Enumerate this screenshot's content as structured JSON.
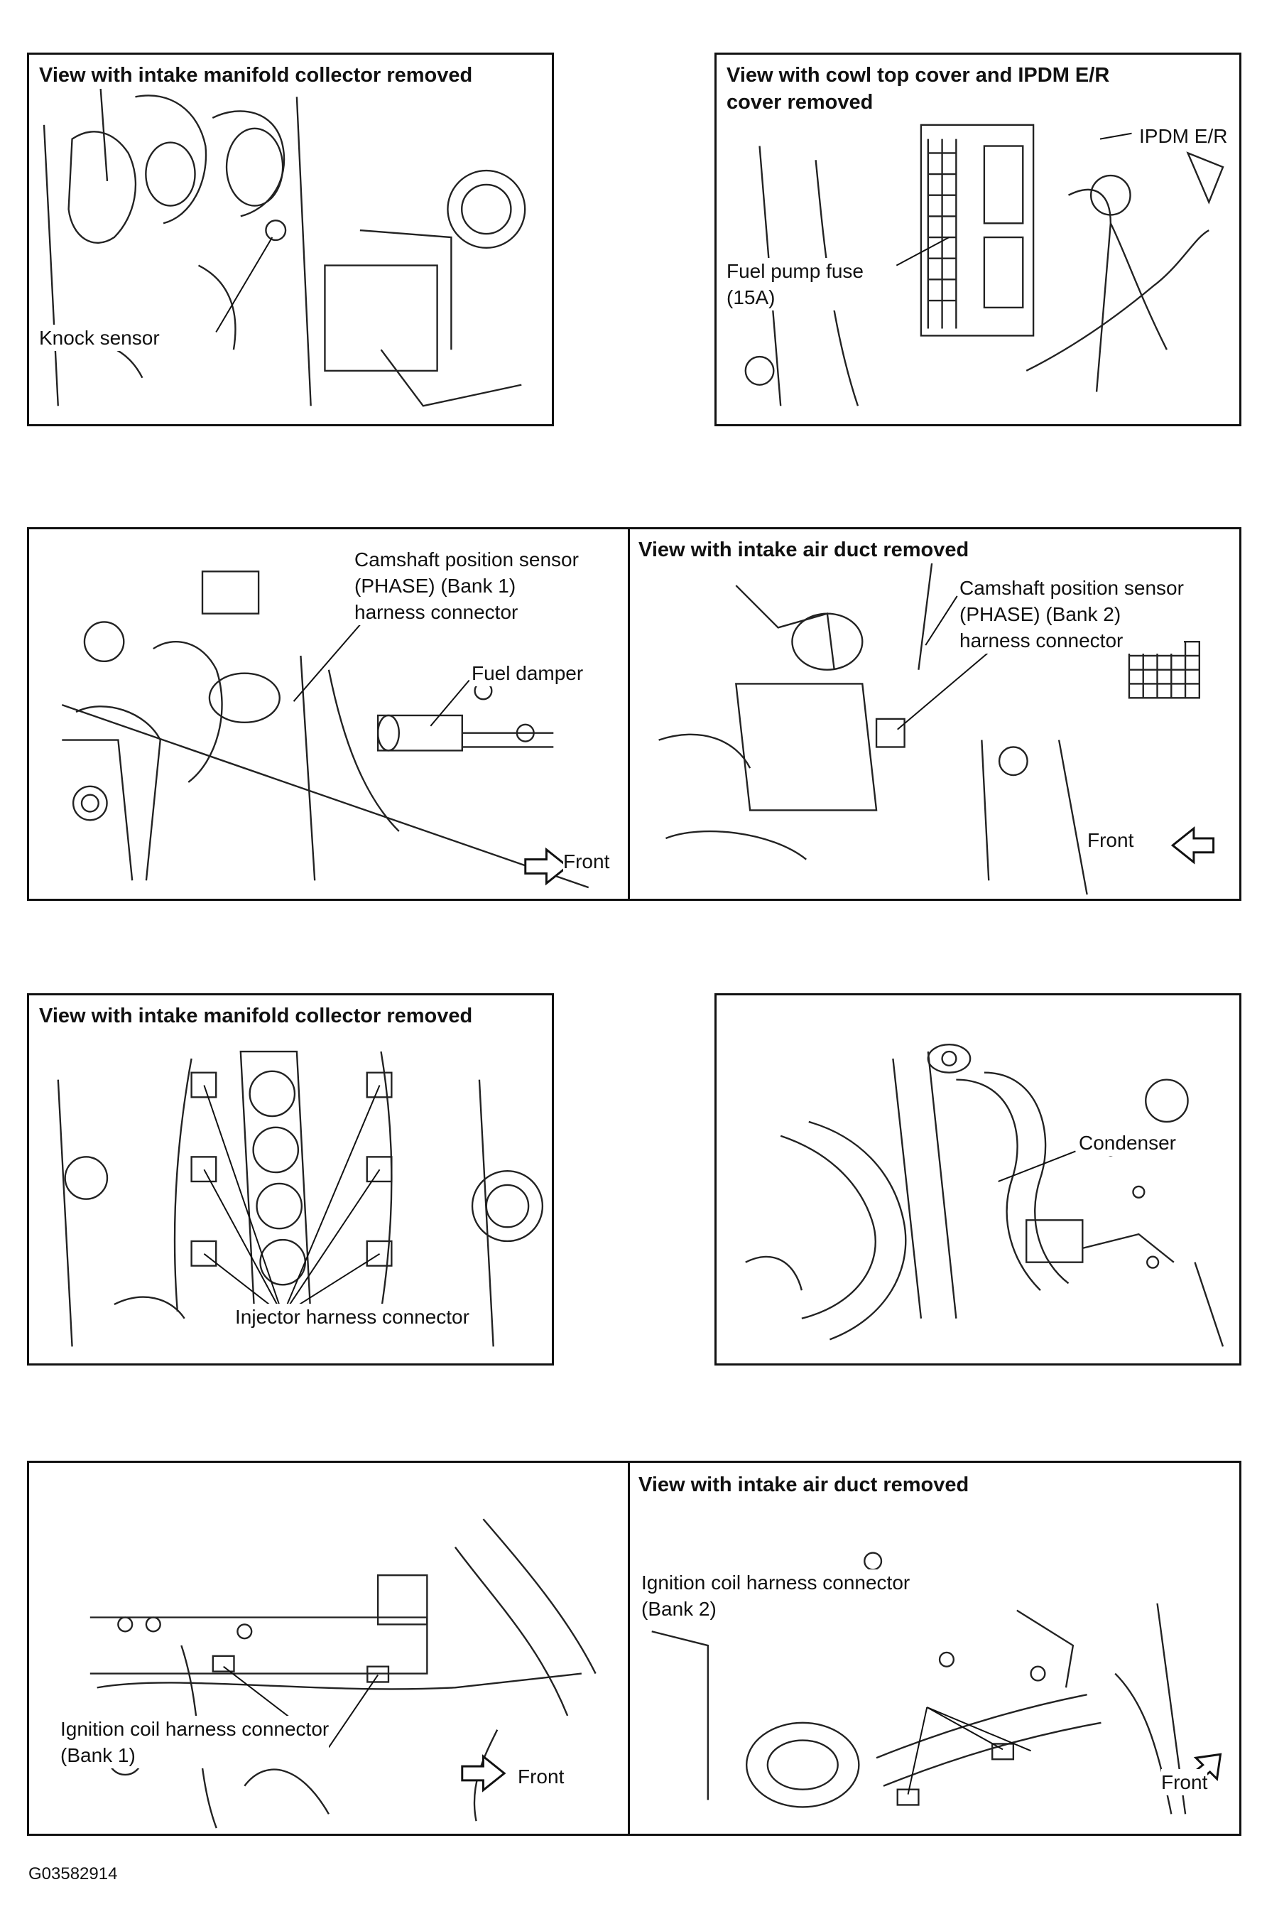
{
  "panels": {
    "p1": {
      "title": "View with intake manifold collector removed",
      "labels": {
        "knock": "Knock sensor"
      }
    },
    "p2": {
      "title": "View with cowl top cover and IPDM E/R\ncover removed",
      "labels": {
        "ipdm": "IPDM E/R",
        "fuse": "Fuel pump fuse\n(15A)"
      }
    },
    "p3": {
      "labels": {
        "cam1": "Camshaft position sensor\n(PHASE) (Bank 1)\nharness connector",
        "damper": "Fuel damper",
        "front": "Front"
      }
    },
    "p4": {
      "title": "View with intake air duct removed",
      "labels": {
        "cam2": "Camshaft position sensor\n(PHASE) (Bank 2)\nharness connector",
        "front": "Front"
      }
    },
    "p5": {
      "title": "View with intake manifold collector removed",
      "labels": {
        "injector": "Injector harness connector"
      }
    },
    "p6": {
      "labels": {
        "condenser": "Condenser"
      }
    },
    "p7": {
      "labels": {
        "coil1": "Ignition coil harness connector\n(Bank 1)",
        "front": "Front"
      }
    },
    "p8": {
      "title": "View with intake air duct removed",
      "labels": {
        "coil2": "Ignition coil harness connector\n(Bank 2)",
        "front": "Front"
      }
    }
  },
  "figure_code": "G03582914"
}
